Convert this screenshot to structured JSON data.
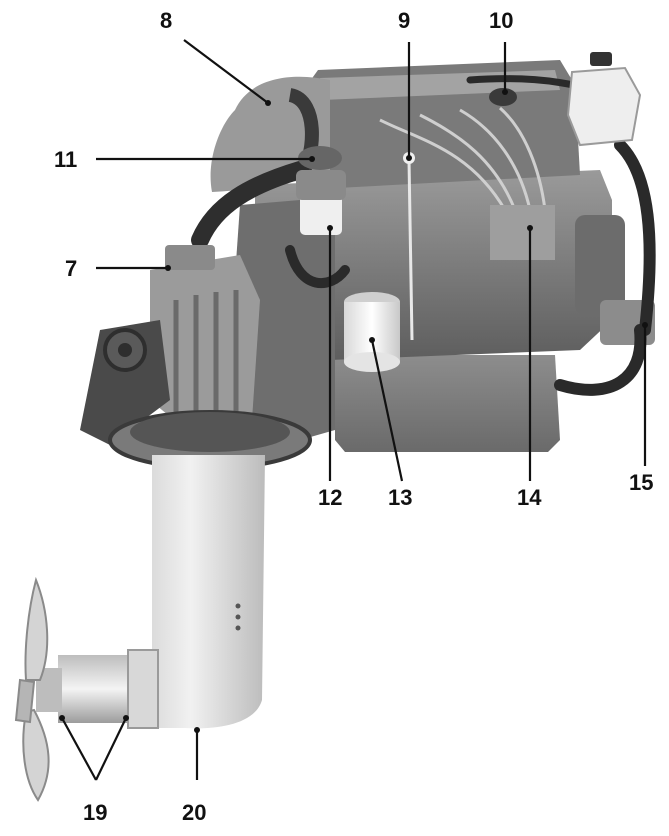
{
  "figure": {
    "subject": "marine-diesel-engine-with-saildrive",
    "colors": {
      "background": "#ffffff",
      "metal_dark": "#5a5a5a",
      "metal_mid": "#8a8a8a",
      "metal_light": "#bdbdbd",
      "leg_light": "#e4e4e4",
      "hose": "#2a2a2a",
      "leader": "#111111"
    }
  },
  "callouts": [
    {
      "id": "c8",
      "label": "8"
    },
    {
      "id": "c9",
      "label": "9"
    },
    {
      "id": "c10",
      "label": "10"
    },
    {
      "id": "c11",
      "label": "11"
    },
    {
      "id": "c7",
      "label": "7"
    },
    {
      "id": "c12",
      "label": "12"
    },
    {
      "id": "c13",
      "label": "13"
    },
    {
      "id": "c14",
      "label": "14"
    },
    {
      "id": "c15",
      "label": "15"
    },
    {
      "id": "c19",
      "label": "19"
    },
    {
      "id": "c20",
      "label": "20"
    }
  ]
}
